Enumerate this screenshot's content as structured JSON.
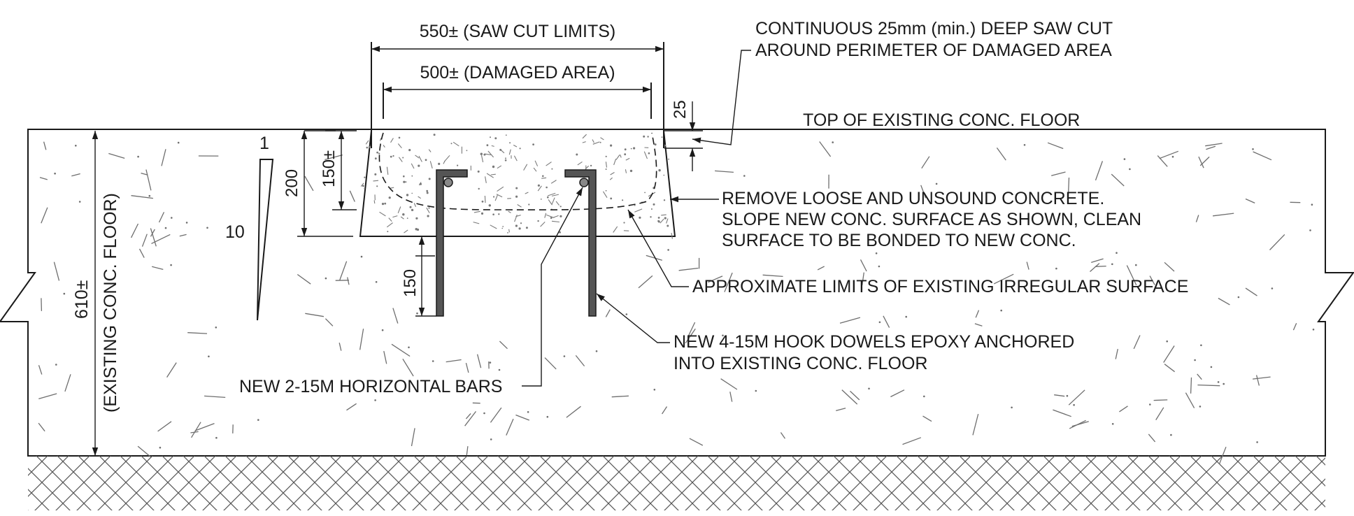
{
  "labels": {
    "saw_cut_limits": "550± (SAW CUT LIMITS)",
    "damaged_area": "500± (DAMAGED AREA)",
    "saw_cut_note_1": "CONTINUOUS 25mm (min.) DEEP SAW CUT",
    "saw_cut_note_2": "AROUND PERIMETER OF DAMAGED AREA",
    "top_of_floor": "TOP OF EXISTING CONC. FLOOR",
    "remove_note_1": "REMOVE LOOSE AND UNSOUND CONCRETE.",
    "remove_note_2": "SLOPE NEW CONC. SURFACE AS SHOWN, CLEAN",
    "remove_note_3": "SURFACE TO BE BONDED TO NEW CONC.",
    "irregular_limits": "APPROXIMATE LIMITS OF EXISTING IRREGULAR SURFACE",
    "dowels_note_1": "NEW 4-15M HOOK DOWELS EPOXY ANCHORED",
    "dowels_note_2": "INTO EXISTING CONC. FLOOR",
    "horizontal_bars": "NEW 2-15M HORIZONTAL BARS",
    "floor_thickness": "610±",
    "floor_thickness_note": "(EXISTING CONC. FLOOR)"
  },
  "dimensions": {
    "saw_cut_depth": "25",
    "removal_depth": "150±",
    "repair_depth": "200",
    "dowel_embedment": "150",
    "slope_rise": "1",
    "slope_run": "10"
  },
  "colors": {
    "line": "#1a1a1a",
    "rebar": "#555555",
    "aggregate": "#6e6e6e",
    "background": "#ffffff"
  }
}
